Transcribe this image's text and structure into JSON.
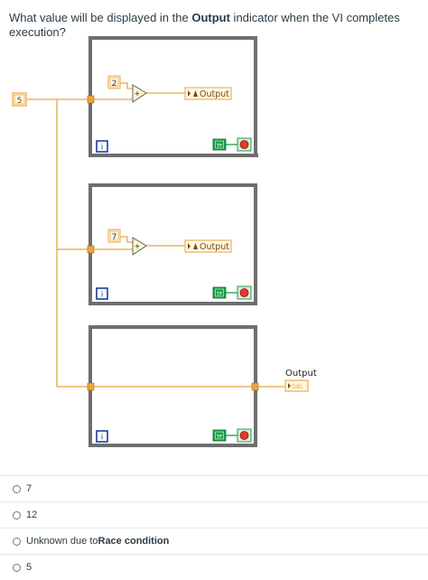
{
  "question": {
    "prefix": "What value will be displayed in the ",
    "emphasis": "Output",
    "suffix": " indicator when the VI completes execution?"
  },
  "diagram": {
    "control_value": "5",
    "loop1_constant": "2",
    "loop2_constant": "7",
    "add_symbol": "+",
    "local_variable_label": "Output",
    "iteration_symbol": "i",
    "stop_terminal_symbol": "TF",
    "indicator_label": "Output",
    "indicator_type": "DBL"
  },
  "answers": [
    {
      "text": "7",
      "bold": ""
    },
    {
      "text": "12",
      "bold": ""
    },
    {
      "text": "Unknown due to ",
      "bold": "Race condition"
    },
    {
      "text": "5",
      "bold": ""
    }
  ],
  "colors": {
    "wire": "#e8a640",
    "loop_frame": "#6e6e6e",
    "iteration_border": "#1d3c9c",
    "stop_terminal": "#19a04a",
    "stop_button": "#e23a2a"
  }
}
